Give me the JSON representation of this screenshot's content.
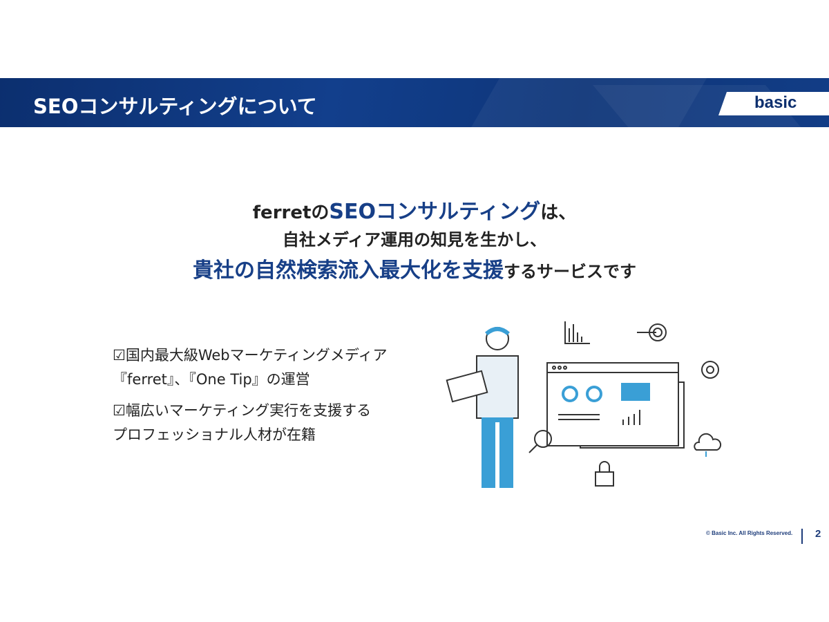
{
  "header": {
    "title": "SEOコンサルティングについて",
    "logo": "basic"
  },
  "lead": {
    "line1_pre": "ferretの",
    "line1_em": "SEOコンサルティング",
    "line1_post": "は、",
    "line2": "自社メディア運用の知見を生かし、",
    "line3_em": "貴社の自然検索流入最大化を支援",
    "line3_post": "するサービスです"
  },
  "bullets": [
    {
      "line1": "☑国内最大級Webマーケティングメディア",
      "line2": "『ferret』、『One Tip』の運営"
    },
    {
      "line1": "☑幅広いマーケティング実行を支援する",
      "line2": "プロフェッショナル人材が在籍"
    }
  ],
  "footer": {
    "copyright": "© Basic Inc. All Rights Reserved.",
    "page": "2"
  },
  "colors": {
    "banner": "#0f3a82",
    "accent": "#173f87",
    "illustration": "#3a9fd6"
  }
}
